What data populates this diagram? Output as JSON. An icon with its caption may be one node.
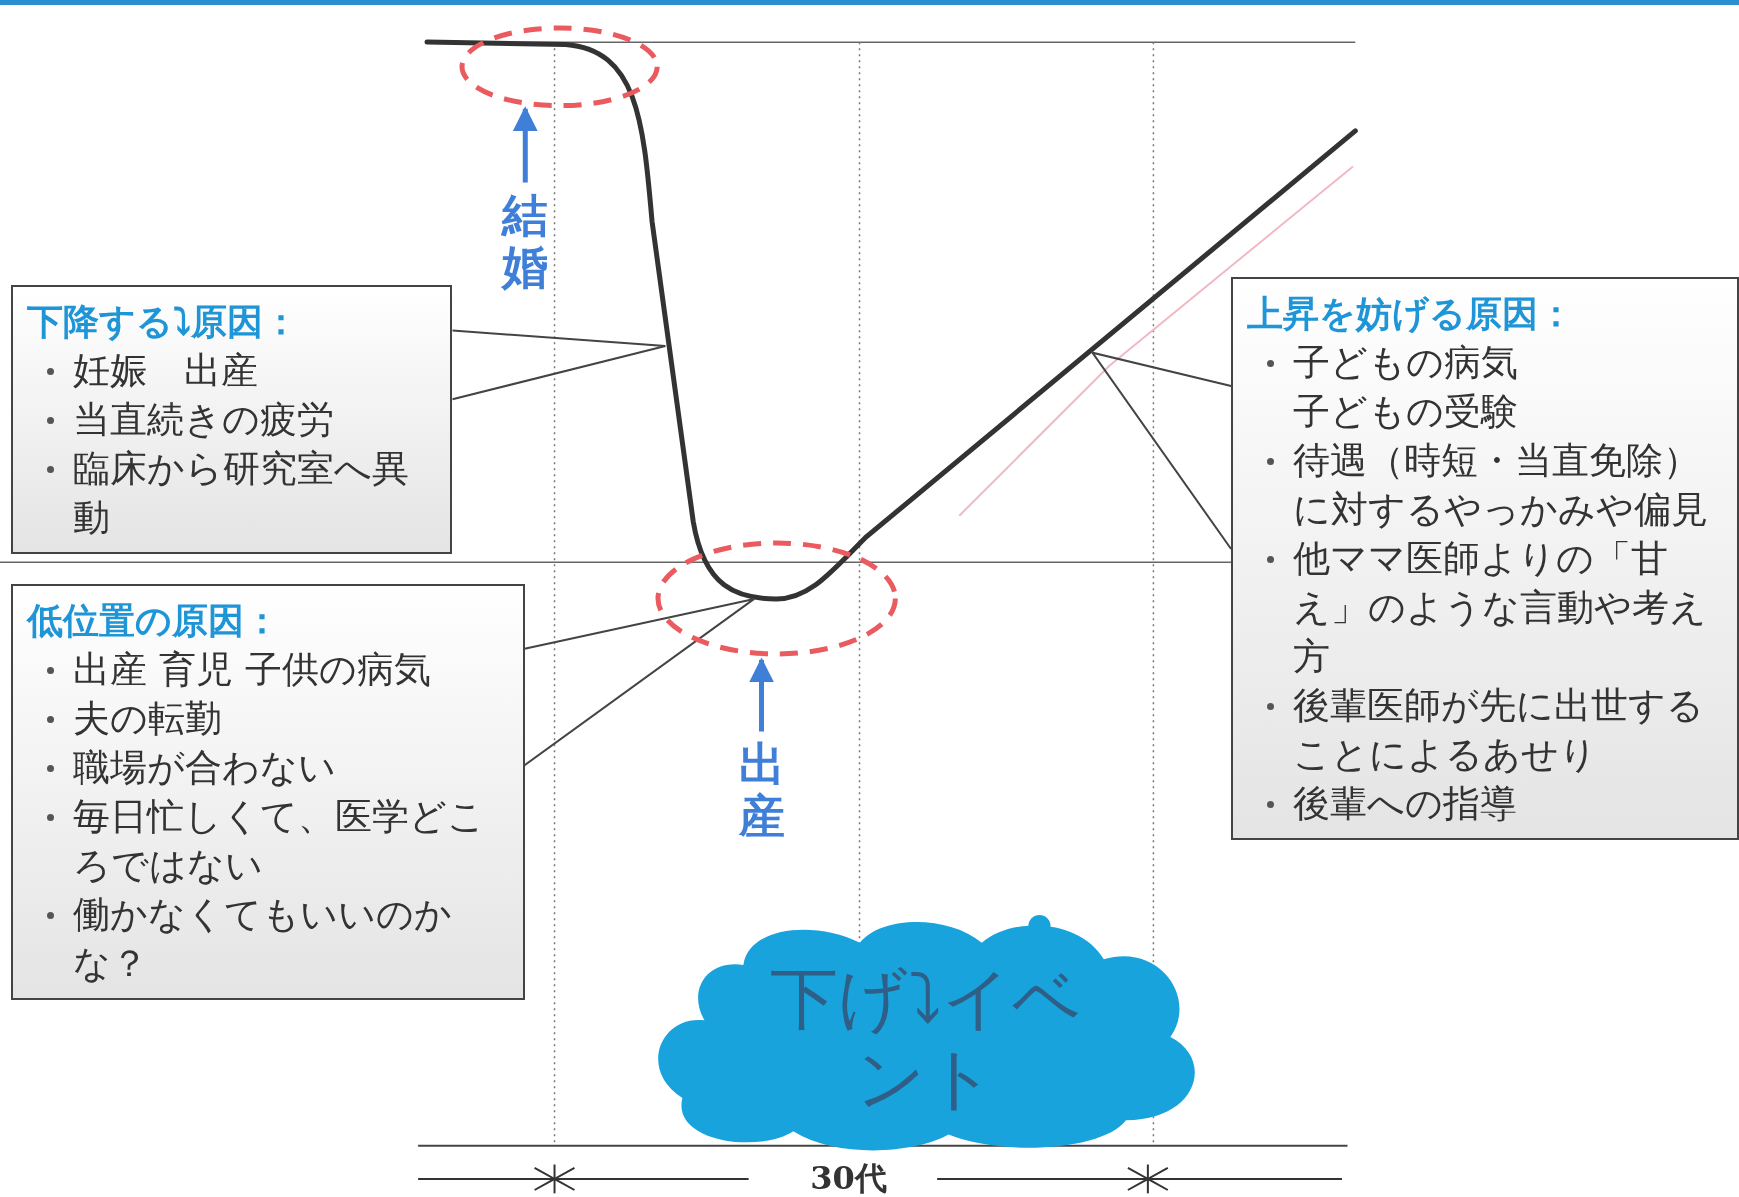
{
  "diagram": {
    "nodes": [
      {
        "text": [
          "下降する⤵原因：",
          "妊娠　出産",
          "当直続きの疲労",
          "臨床から研究室へ異動"
        ]
      },
      {
        "text": [
          "低位置の原因：",
          "出産 育児 子供の病気",
          "夫の転勤",
          "職場が合わない",
          "毎日忙しくて、医学どころではない",
          "働かなくてもいいのかな？"
        ]
      },
      {
        "text": [
          "上昇を妨げる原因：",
          "子どもの病気",
          "子どもの受験",
          "待遇（時短・当直免除）に対するやっかみや偏見",
          "他ママ医師よりの「甘え」のような言動や考え方",
          "後輩医師が先に出世することによるあせり",
          "後輩への指導"
        ]
      },
      {
        "text": [
          "下げ⤵イベント"
        ]
      },
      {
        "text": [],
        "shape": "ellipse"
      },
      {
        "text": [
          "結婚"
        ]
      },
      {
        "text": [],
        "shape": "ellipse"
      },
      {
        "text": [
          "出産"
        ]
      }
    ],
    "edges": [
      {
        "from": 5,
        "to": 4,
        "arrow": "to"
      },
      {
        "from": 7,
        "to": 6,
        "arrow": "to"
      }
    ],
    "labels": [
      "30代"
    ]
  }
}
